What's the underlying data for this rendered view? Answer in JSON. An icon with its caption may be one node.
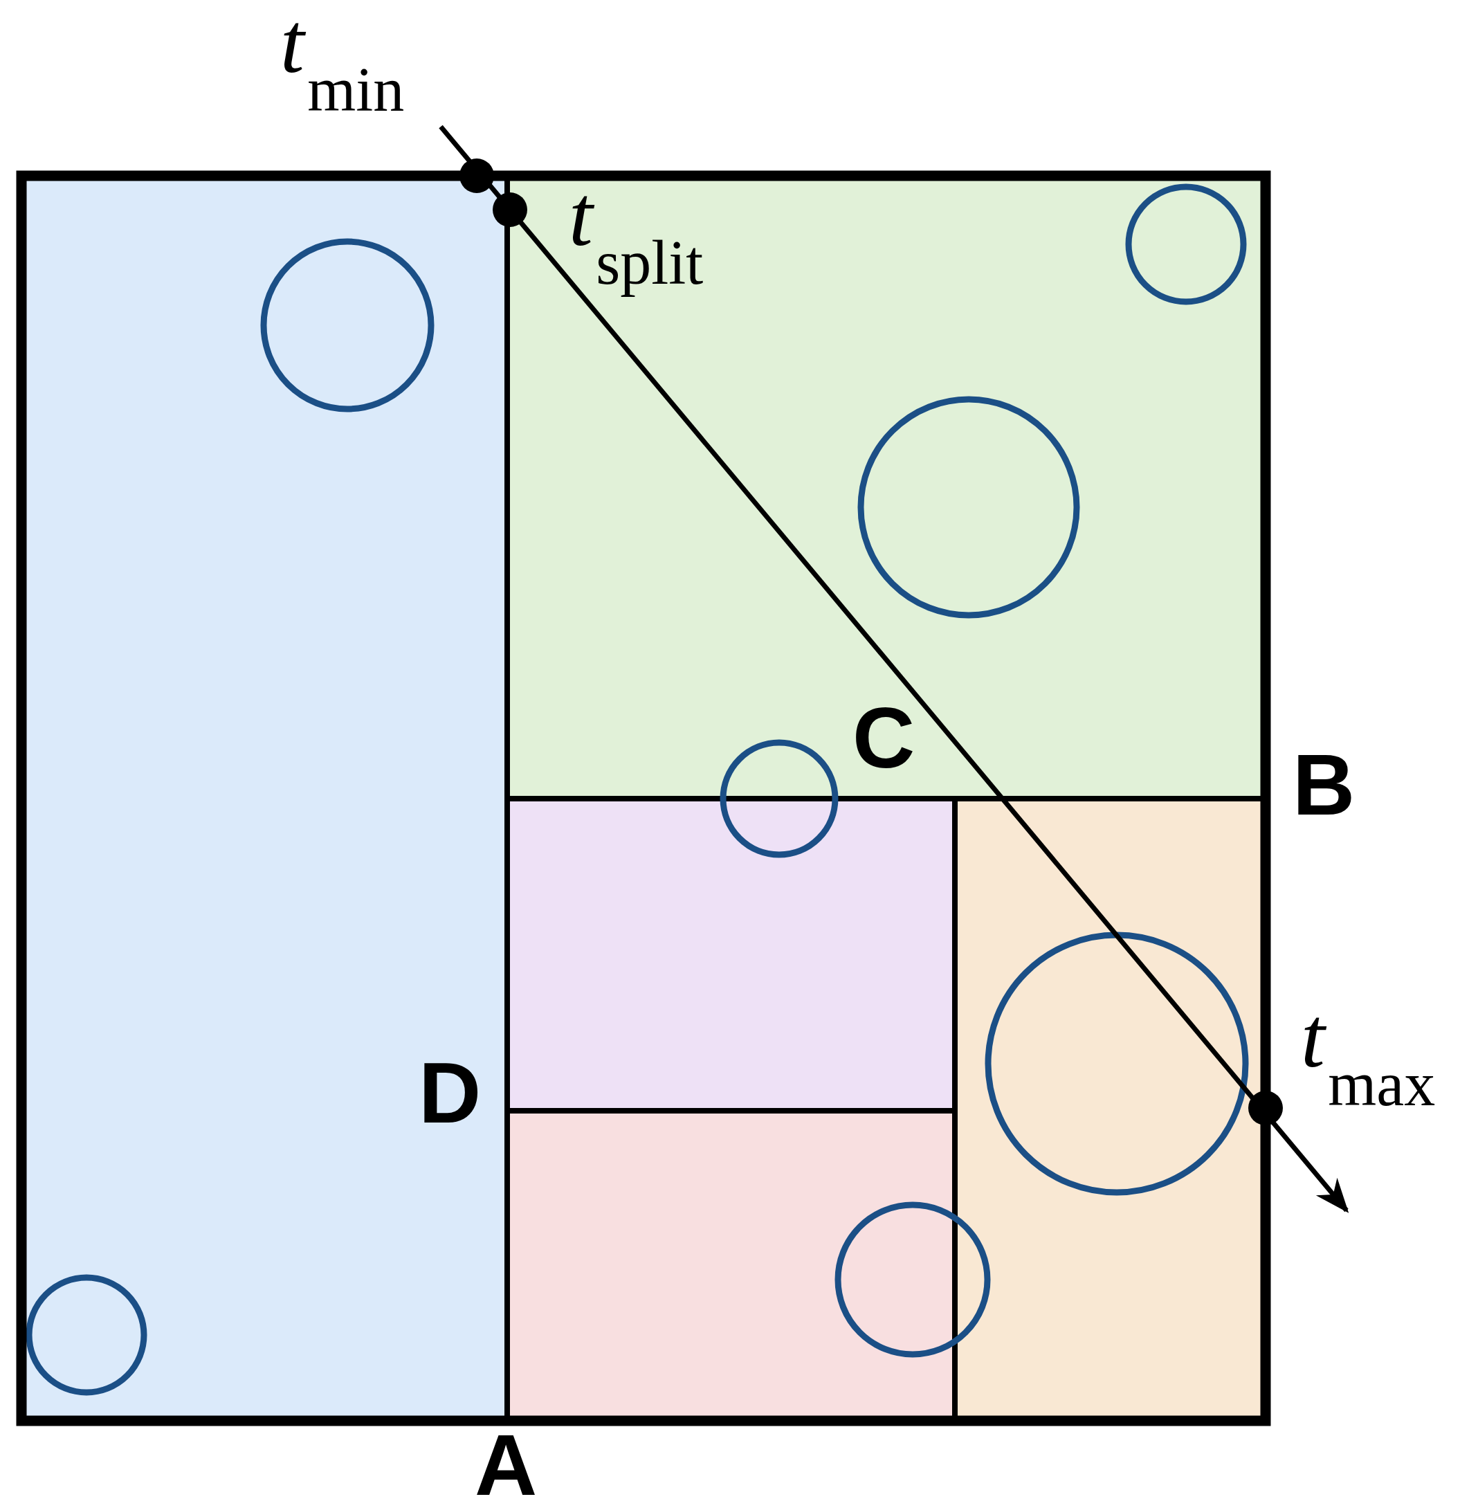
{
  "diagram": {
    "labels": [
      "*t*$_{min}$",
      "*t*$_{split}$",
      "C",
      "B",
      "*t*$_{max}$",
      "D",
      "A"
    ]
  }
}
